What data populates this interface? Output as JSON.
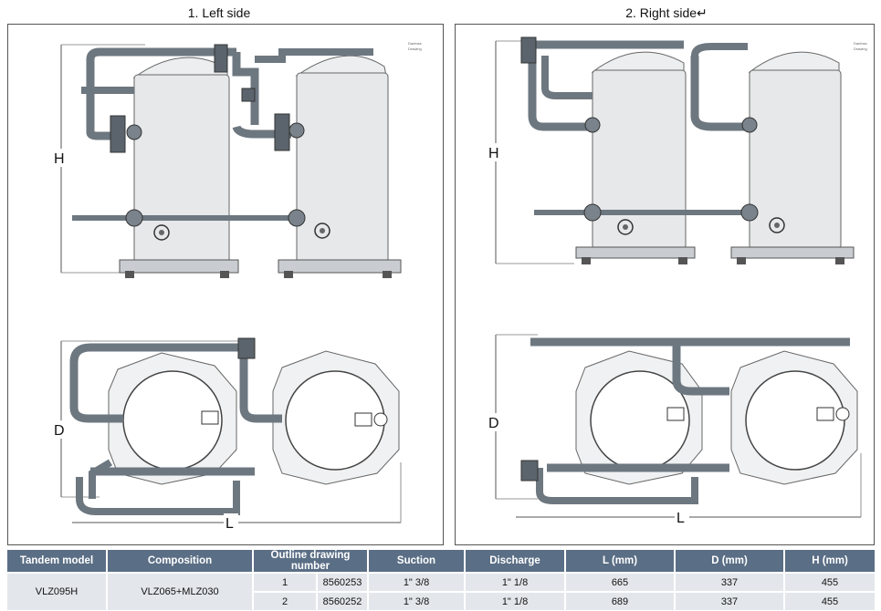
{
  "panels": {
    "left_title": "1. Left side",
    "right_title": "2. Right side↵",
    "dim_h": "H",
    "dim_d": "D",
    "dim_l": "L"
  },
  "table": {
    "headers": [
      "Tandem model",
      "Composition",
      "Outline drawing number",
      "Suction",
      "Discharge",
      "L (mm)",
      "D (mm)",
      "H (mm)"
    ],
    "model": "VLZ095H",
    "composition": "VLZ065+MLZ030",
    "rows": [
      {
        "side": "1",
        "drawing": "8560253",
        "suction": "1\" 3/8",
        "discharge": "1\" 1/8",
        "l": "665",
        "d": "337",
        "h": "455"
      },
      {
        "side": "2",
        "drawing": "8560252",
        "suction": "1\" 3/8",
        "discharge": "1\" 1/8",
        "l": "689",
        "d": "337",
        "h": "455"
      }
    ]
  },
  "colors": {
    "pipe": "#6d7780",
    "pipe_dark": "#4a535b",
    "body": "#e6e8ea",
    "header": "#5a6e85",
    "cell": "#e3e7ec"
  }
}
